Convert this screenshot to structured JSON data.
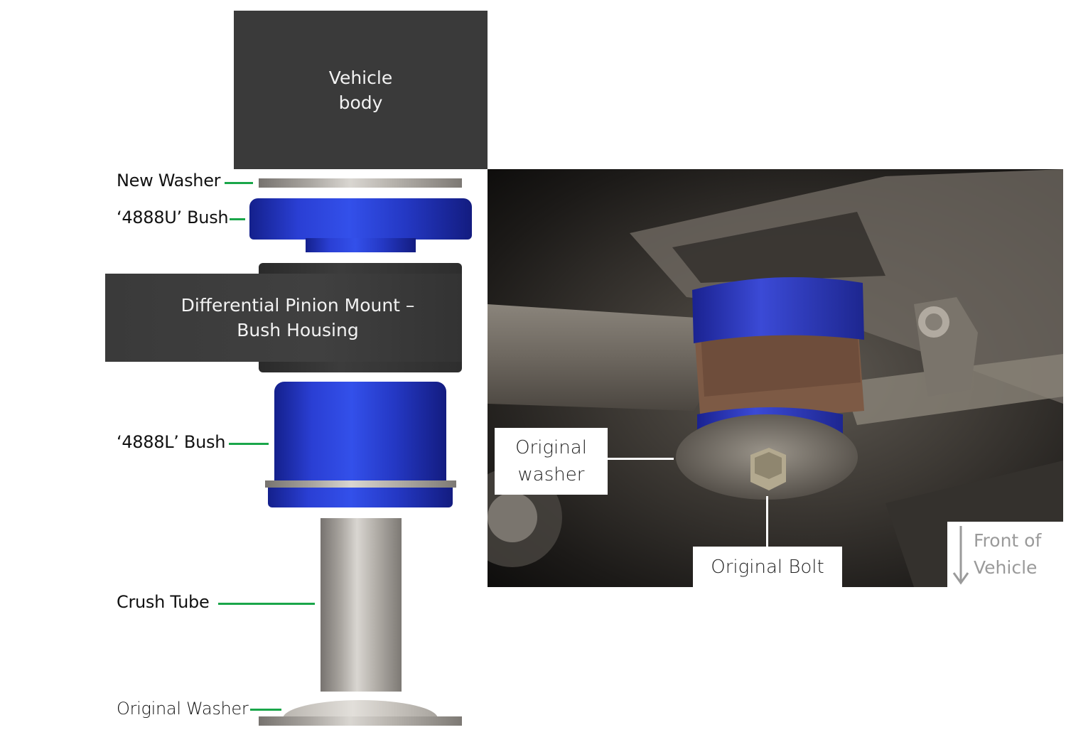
{
  "diagram": {
    "vehicle_body": [
      "Vehicle",
      "body"
    ],
    "housing": [
      "Differential Pinion Mount –",
      "Bush Housing"
    ],
    "labels": {
      "new_washer": "New Washer",
      "bush_upper": "‘4888U’ Bush",
      "bush_lower": "‘4888L’ Bush",
      "crush_tube": "Crush Tube",
      "original_washer": "Original Washer"
    }
  },
  "photo": {
    "callout_washer": [
      "Original",
      "washer"
    ],
    "callout_bolt": "Original Bolt",
    "direction": [
      "Front of",
      "Vehicle"
    ]
  },
  "colors": {
    "leader": "#1aa64a",
    "bush": "#2a3fd4",
    "dark_block": "#3a3a3a",
    "direction_text": "#9a9a9a"
  }
}
